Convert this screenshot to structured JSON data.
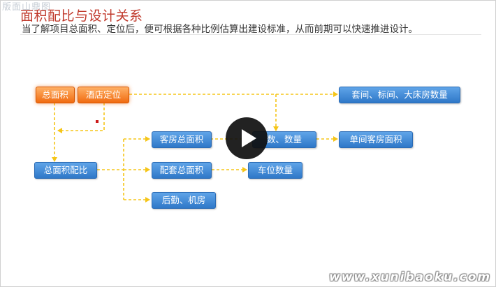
{
  "slide": {
    "brand_top": "版面山鼎图",
    "title": "面积配比与设计关系",
    "subtitle": "当了解项目总面积、定位后，便可根据各种比例估算出建设标准，从而前期可以快速推进设计。"
  },
  "diagram": {
    "nodes": {
      "total_area": "总面积",
      "hotel_positioning": "酒店定位",
      "area_ratio": "总面积配比",
      "guestroom_total_area": "客房总面积",
      "room_type_count": "数、数量",
      "suite_room_count": "套间、标间、大床房数量",
      "single_room_area": "单间客房面积",
      "support_total_area": "配套总面积",
      "parking_count": "车位数量",
      "logistics_machine_room": "后勤、机房"
    },
    "colors": {
      "primary_box": "#3a86d6",
      "highlight_box": "#f07a1e",
      "connector": "#f5c518"
    }
  },
  "video": {
    "play_icon": "play-icon"
  },
  "watermark": "www.xunibaoku.com"
}
